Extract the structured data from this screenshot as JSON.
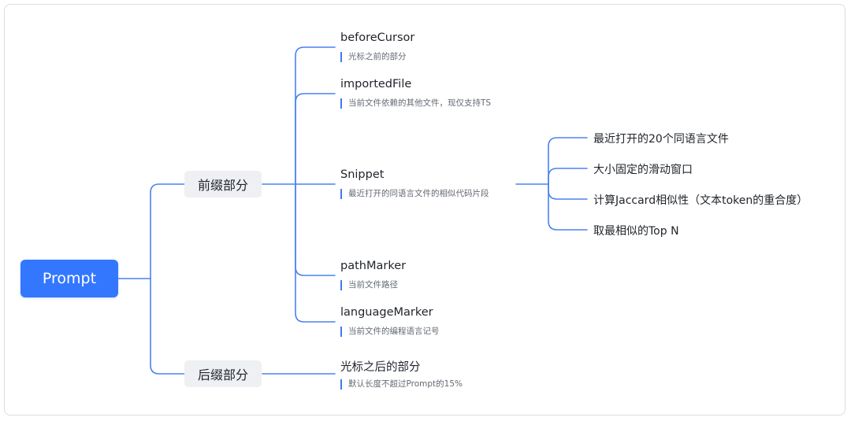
{
  "mindmap": {
    "root": {
      "label": "Prompt"
    },
    "groups": [
      {
        "label": "前缀部分",
        "children": [
          {
            "title": "beforeCursor",
            "note": "光标之前的部分"
          },
          {
            "title": "importedFile",
            "note": "当前文件依赖的其他文件，现仅支持TS"
          },
          {
            "title": "Snippet",
            "note": "最近打开的同语言文件的相似代码片段",
            "details": [
              "最近打开的20个同语言文件",
              "大小固定的滑动窗口",
              "计算Jaccard相似性（文本token的重合度）",
              "取最相似的Top N"
            ]
          },
          {
            "title": "pathMarker",
            "note": "当前文件路径"
          },
          {
            "title": "languageMarker",
            "note": "当前文件的编程语言记号"
          }
        ]
      },
      {
        "label": "后缀部分",
        "children": [
          {
            "title": "光标之后的部分",
            "note": "默认长度不超过Prompt的15%"
          }
        ]
      }
    ]
  },
  "colors": {
    "accent": "#3377ff",
    "connector": "#4a82f0",
    "group_bg": "#eef0f3",
    "text": "#1f2329",
    "note_text": "#646a73"
  }
}
